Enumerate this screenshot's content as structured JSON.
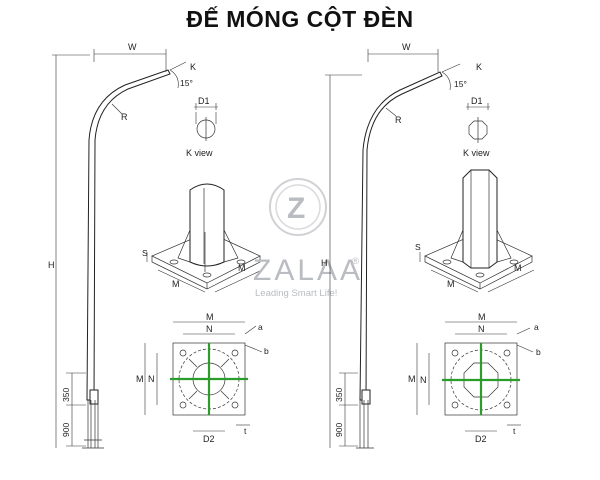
{
  "title": "ĐẾ MÓNG CỘT ĐÈN",
  "watermark": {
    "brand": "ZALAA",
    "registered": "®",
    "tagline": "Leading Smart Life!",
    "logo_letter": "Z"
  },
  "labels": {
    "W": "W",
    "K": "K",
    "angle": "15°",
    "R": "R",
    "D1": "D1",
    "k_view": "K view",
    "H": "H",
    "dim_350": "350",
    "dim_900": "900",
    "S": "S",
    "M": "M",
    "N": "N",
    "a": "a",
    "b": "b",
    "D2": "D2",
    "t": "t"
  },
  "colors": {
    "centerline": "#2a9d2a",
    "line": "#222222",
    "watermark": "#b9bcc0"
  }
}
